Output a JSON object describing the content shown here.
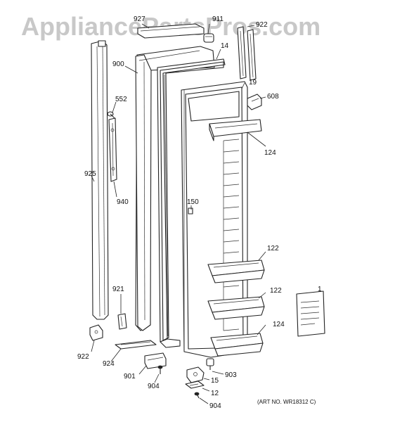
{
  "watermark": "AppliancePartsPros.com",
  "art_number": "(ART NO. WR18312 C)",
  "callouts": {
    "c927": "927",
    "c911": "911",
    "c922top": "922",
    "c14": "14",
    "c900": "900",
    "c19": "19",
    "c608": "608",
    "c552": "552",
    "c124a": "124",
    "c925": "925",
    "c150": "150",
    "c940": "940",
    "c122a": "122",
    "c921": "921",
    "c122b": "122",
    "c1": "1",
    "c124b": "124",
    "c922": "922",
    "c924": "924",
    "c901": "901",
    "c903": "903",
    "c904a": "904",
    "c15": "15",
    "c12": "12",
    "c904b": "904"
  }
}
